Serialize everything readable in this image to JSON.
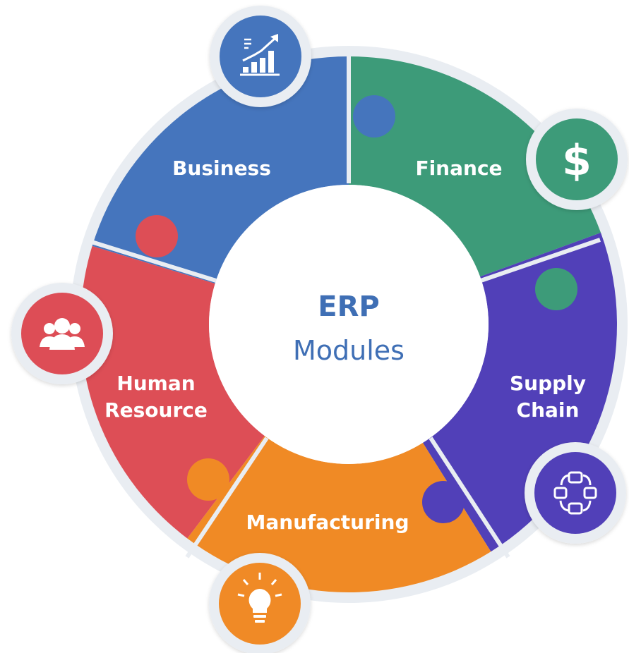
{
  "center": {
    "title": "ERP",
    "subtitle": "Modules",
    "color": "#3f6fb5"
  },
  "modules": [
    {
      "id": "business",
      "lines": [
        "Business"
      ],
      "color": "#4575bd",
      "icon": "growth-chart-icon"
    },
    {
      "id": "finance",
      "lines": [
        "Finance"
      ],
      "color": "#3d9b79",
      "icon": "dollar-icon"
    },
    {
      "id": "supply-chain",
      "lines": [
        "Supply",
        "Chain"
      ],
      "color": "#5140b8",
      "icon": "network-cycle-icon"
    },
    {
      "id": "manufacturing",
      "lines": [
        "Manufacturing"
      ],
      "color": "#f08a25",
      "icon": "lightbulb-icon"
    },
    {
      "id": "human-resource",
      "lines": [
        "Human",
        "Resource"
      ],
      "color": "#dd4e56",
      "icon": "people-group-icon"
    }
  ],
  "colors": {
    "ring_outline": "#e9edf2",
    "background": "#ffffff"
  }
}
